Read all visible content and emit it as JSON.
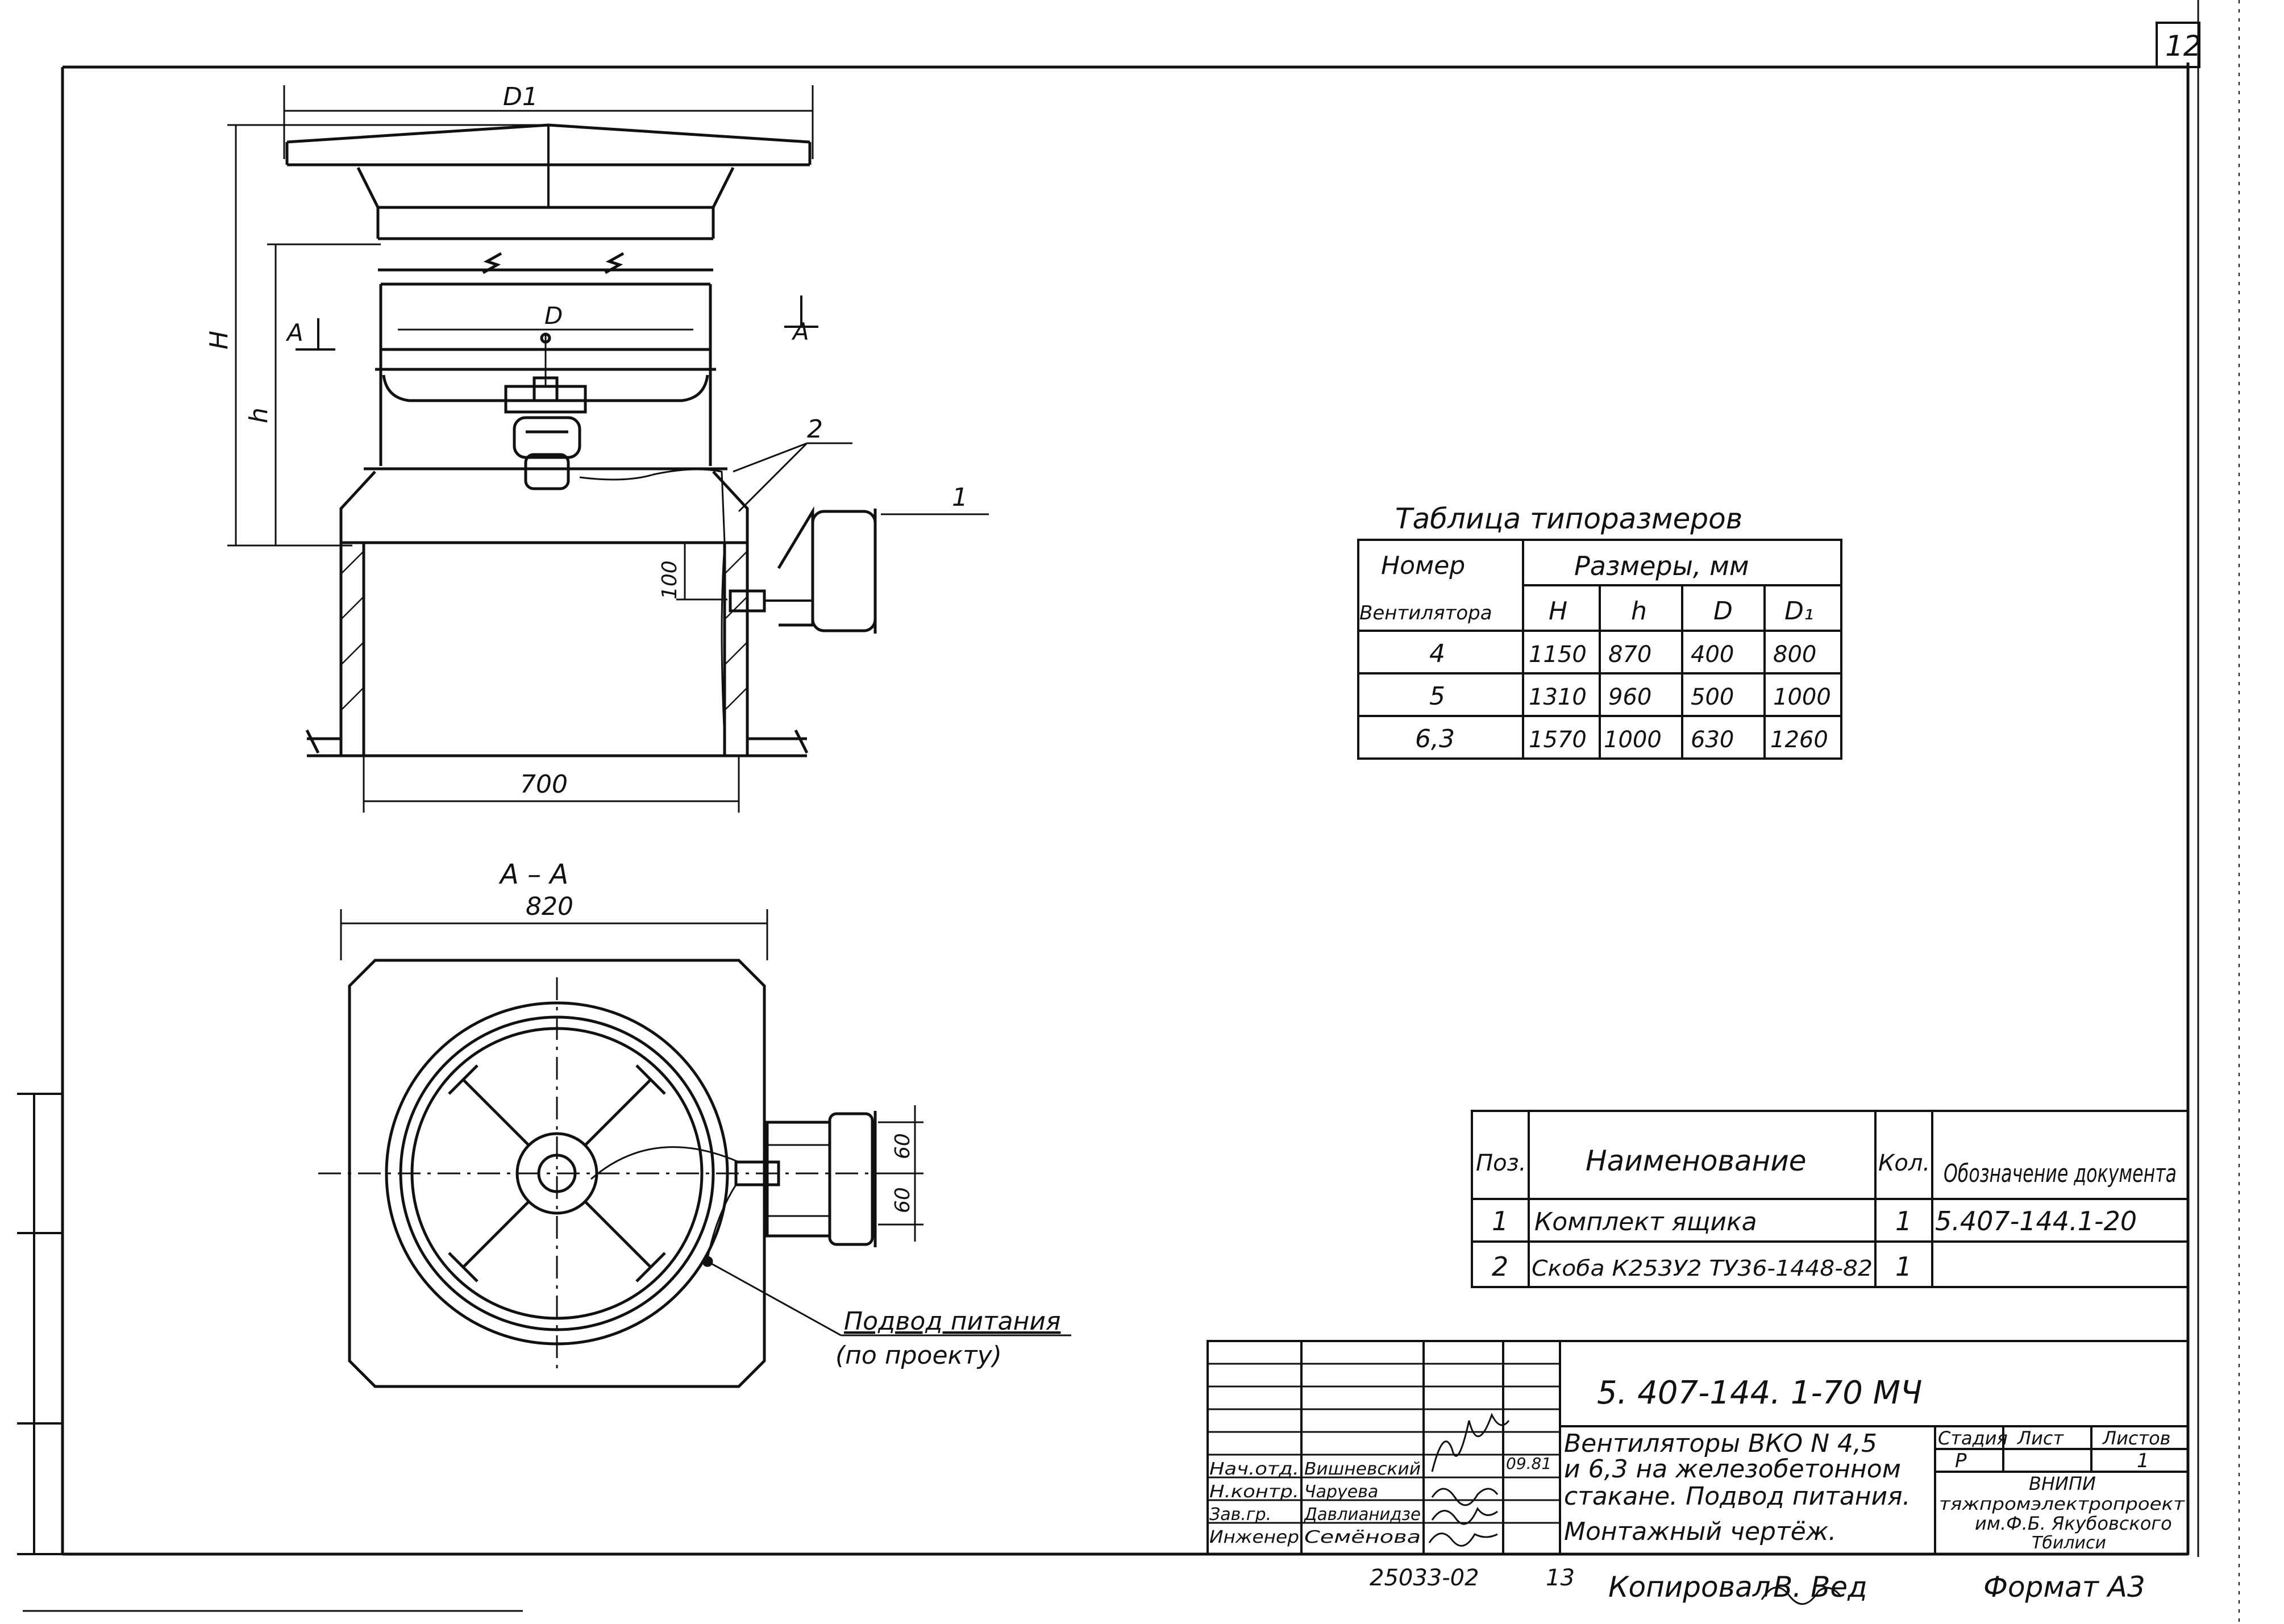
{
  "sheet": {
    "sheet_number": "12",
    "format_label": "Формат А3",
    "copied_label": "Копировал",
    "copied_signature": "В. Вед",
    "inventory_number": "25033-02",
    "inventory_suffix": "13"
  },
  "drawing": {
    "dim_D1": "D1",
    "dim_H": "H",
    "dim_h": "h",
    "dim_D": "D",
    "section_mark_left": "A",
    "section_mark_right": "A",
    "dim_100": "100",
    "dim_700": "700",
    "callout_1": "1",
    "callout_2": "2",
    "section_title": "А – А",
    "dim_820": "820",
    "dim_60_top": "60",
    "dim_60_bottom": "60",
    "power_note_line1": "Подвод питания",
    "power_note_line2": "(по проекту)"
  },
  "size_table": {
    "title": "Таблица типоразмеров",
    "header_num": "Номер",
    "header_num_sub": "Вентилятора",
    "header_sizes": "Размеры, мм",
    "columns": [
      "H",
      "h",
      "D",
      "D₁"
    ],
    "rows": [
      {
        "num": "4",
        "values": [
          "1150",
          "870",
          "400",
          "800"
        ]
      },
      {
        "num": "5",
        "values": [
          "1310",
          "960",
          "500",
          "1000"
        ]
      },
      {
        "num": "6,3",
        "values": [
          "1570",
          "1000",
          "630",
          "1260"
        ]
      }
    ]
  },
  "spec_table": {
    "headers": [
      "Поз.",
      "Наименование",
      "Кол.",
      "Обозначение документа"
    ],
    "rows": [
      {
        "pos": "1",
        "name": "Комплект ящика",
        "qty": "1",
        "doc": "5.407-144.1-20"
      },
      {
        "pos": "2",
        "name": "Скоба К253У2 ТУ36-1448-82",
        "qty": "1",
        "doc": ""
      }
    ]
  },
  "title_block": {
    "doc_code": "5. 407-144. 1-70 МЧ",
    "description": [
      "Вентиляторы ВКО N 4,5",
      "и 6,3 на железобетонном",
      "стакане. Подвод питания.",
      "Монтажный чертёж."
    ],
    "stage_label": "Стадия",
    "sheet_label": "Лист",
    "sheets_label": "Листов",
    "stage_value": "Р",
    "sheet_value": "",
    "sheets_value": "1",
    "org": [
      "ВНИПИ",
      "тяжпромэлектропроект",
      "им.Ф.Б. Якубовского",
      "Тбилиси"
    ],
    "date": "09.81",
    "roles": [
      {
        "role": "Нач.отд.",
        "name": "Вишневский"
      },
      {
        "role": "Н.контр.",
        "name": "Чаруева"
      },
      {
        "role": "Зав.гр.",
        "name": "Давлианидзе"
      },
      {
        "role": "Инженер",
        "name": "Семёнова"
      }
    ]
  }
}
